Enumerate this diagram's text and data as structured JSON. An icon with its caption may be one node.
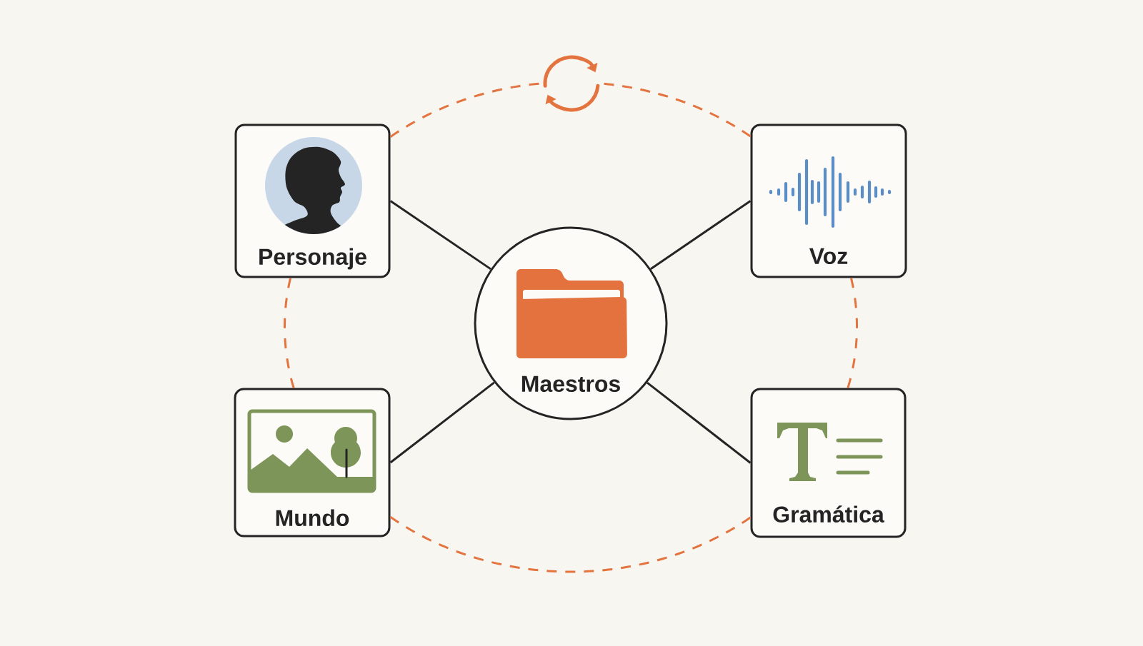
{
  "diagram": {
    "nodes": [
      {
        "text": [],
        "shape": "picture"
      },
      {
        "text": [
          "Personaje"
        ]
      },
      {
        "text": [
          "Voz"
        ]
      },
      {
        "text": [
          "Maestros"
        ]
      },
      {
        "text": [
          "Mundo"
        ]
      },
      {
        "text": [
          "Gramática"
        ]
      }
    ],
    "edges": [
      {
        "from": 3,
        "to": 1,
        "arrow": "none",
        "color": "#242424"
      },
      {
        "from": 3,
        "to": 2,
        "arrow": "none",
        "color": "#242424"
      },
      {
        "from": 3,
        "to": 4,
        "arrow": "none",
        "color": "#242424"
      },
      {
        "from": 3,
        "to": 5,
        "arrow": "none",
        "color": "#242424"
      },
      {
        "from": 1,
        "to": 0,
        "arrow": "none",
        "style": "dashed"
      },
      {
        "from": 0,
        "to": 2,
        "arrow": "none",
        "style": "dashed"
      },
      {
        "from": 2,
        "to": 5,
        "arrow": "none",
        "style": "dashed"
      },
      {
        "from": 5,
        "to": 4,
        "arrow": "none",
        "style": "dashed"
      },
      {
        "from": 4,
        "to": 1,
        "arrow": "none",
        "style": "dashed"
      }
    ]
  }
}
